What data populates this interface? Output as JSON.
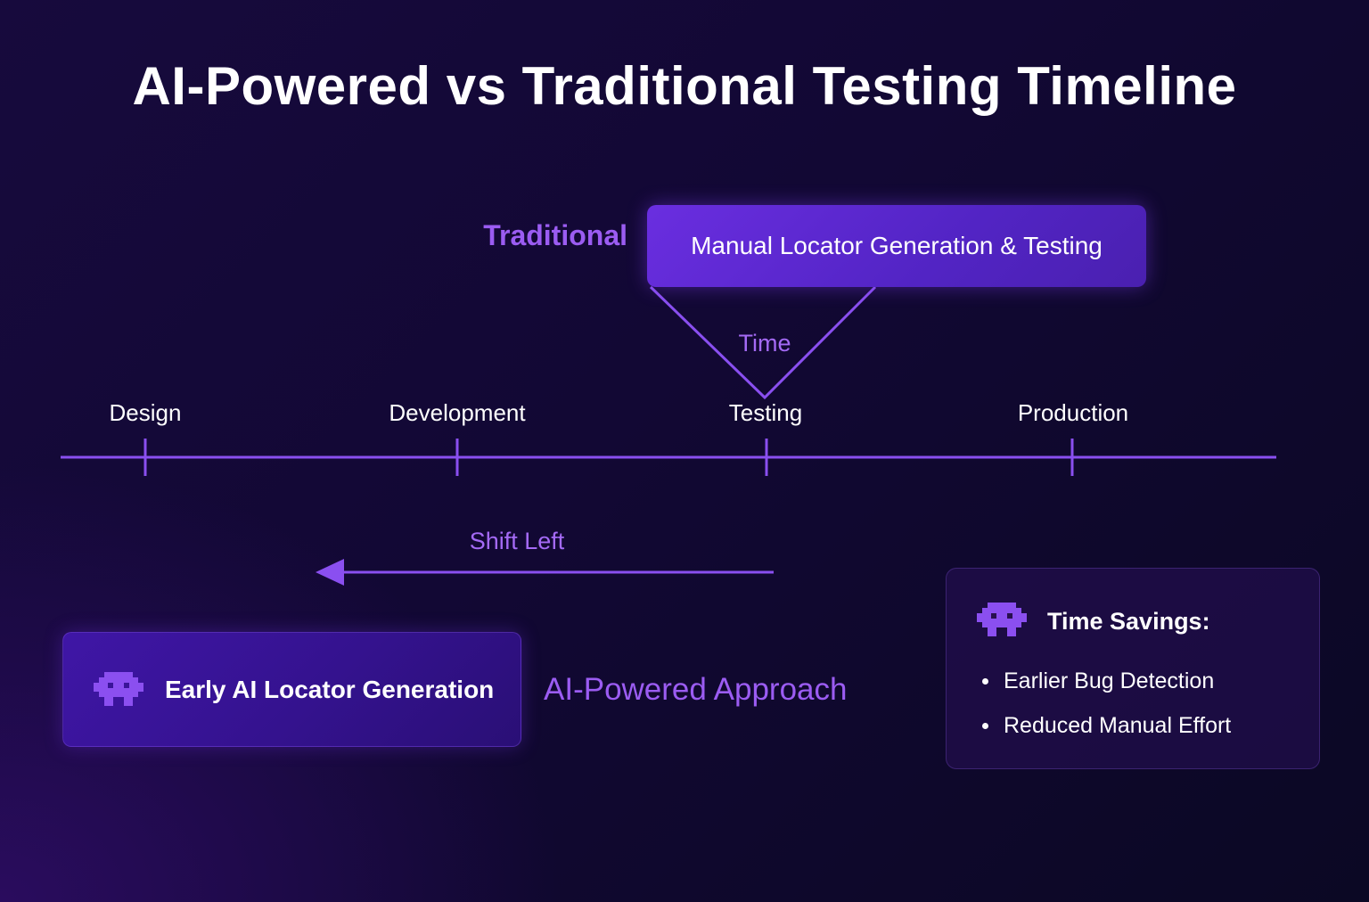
{
  "title": "AI-Powered vs Traditional Testing Timeline",
  "traditional": {
    "label": "Traditional",
    "box_text": "Manual Locator Generation & Testing",
    "time_label": "Time"
  },
  "timeline": {
    "stages": [
      "Design",
      "Development",
      "Testing",
      "Production"
    ]
  },
  "shift": {
    "label": "Shift Left"
  },
  "ai_powered": {
    "box_text": "Early AI Locator Generation",
    "label": "AI-Powered Approach",
    "icon": "robot-icon"
  },
  "savings": {
    "title": "Time Savings:",
    "icon": "robot-icon",
    "items": [
      "Earlier Bug Detection",
      "Reduced Manual Effort"
    ]
  },
  "colors": {
    "accent": "#9b5cf2",
    "line": "#8a4ff0",
    "box_fill": "#5a26d0"
  }
}
